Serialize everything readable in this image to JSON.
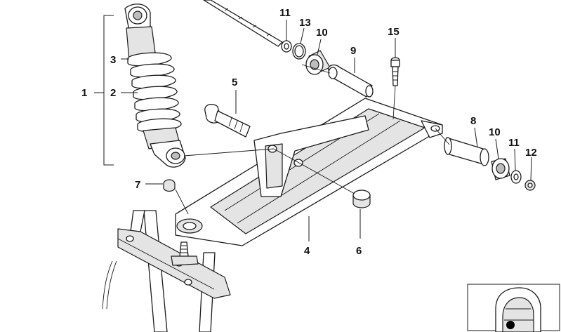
{
  "callouts": {
    "c1": "1",
    "c2": "2",
    "c3": "3",
    "c5": "5",
    "c6": "6",
    "c4": "4",
    "c7": "7",
    "c8": "8",
    "c9": "9",
    "c10a": "10",
    "c10b": "10",
    "c11a": "11",
    "c11b": "11",
    "c12": "12",
    "c13": "13",
    "c15": "15"
  },
  "colors": {
    "line": "#1a1a1a",
    "shade": "#e4e4e4",
    "background": "#ffffff",
    "locator_dot": "#000000"
  }
}
